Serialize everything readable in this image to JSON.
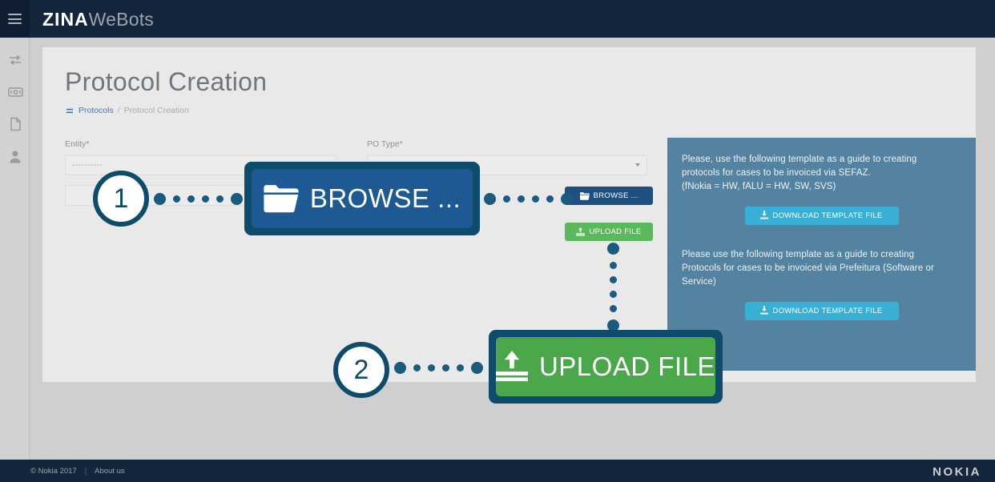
{
  "topbar": {
    "menu_icon": "hamburger-icon",
    "brand_bold": "ZINA",
    "brand_light": "WeBots"
  },
  "sidebar": {
    "items": [
      {
        "icon": "exchange-arrows-icon",
        "label": ""
      },
      {
        "icon": "money-card-icon",
        "label": ""
      },
      {
        "icon": "document-icon",
        "label": ""
      },
      {
        "icon": "user-icon",
        "label": ""
      }
    ]
  },
  "page": {
    "title": "Protocol Creation",
    "breadcrumb": {
      "icon": "exchange-arrows-icon",
      "root": "Protocols",
      "separator": "/",
      "current": "Protocol Creation"
    }
  },
  "form": {
    "entity": {
      "label": "Entity*",
      "value": "----------",
      "placeholder": "----------"
    },
    "po_type": {
      "label": "PO Type*",
      "value": "",
      "placeholder": ""
    },
    "file_input": {
      "value": "",
      "placeholder": ""
    },
    "browse_button": {
      "label": "BROWSE ...",
      "icon": "folder-open-icon",
      "color": "#1d4f80"
    },
    "upload_button": {
      "label": "UPLOAD FILE",
      "icon": "upload-icon",
      "color": "#5cb85c"
    }
  },
  "info_panel": {
    "background": "#5383a0",
    "blocks": [
      {
        "line1": "Please, use the following template as a guide to creating",
        "line2": "protocols for cases to be invoiced via SEFAZ.",
        "line3": "(fNokia = HW, fALU = HW, SW, SVS)",
        "button": {
          "label": "DOWNLOAD TEMPLATE FILE",
          "icon": "download-icon",
          "color": "#3aafd6"
        }
      },
      {
        "line1": "Please use the following template as a guide to creating",
        "line2": "Protocols for cases to be invoiced via Prefeitura (Software or",
        "line3": "Service)",
        "button": {
          "label": "DOWNLOAD TEMPLATE FILE",
          "icon": "download-icon",
          "color": "#3aafd6"
        }
      }
    ]
  },
  "callouts": [
    {
      "step": "1",
      "label": "BROWSE ...",
      "icon": "folder-open-icon",
      "frame_color": "#0f4c6b",
      "fill_color": "#1d5a94"
    },
    {
      "step": "2",
      "label": "UPLOAD FILE",
      "icon": "upload-icon",
      "frame_color": "#0f4c6b",
      "fill_color": "#4aa74a"
    }
  ],
  "footer": {
    "copyright": "© Nokia 2017",
    "separator": "|",
    "about": "About us",
    "logo": "NOKIA"
  }
}
